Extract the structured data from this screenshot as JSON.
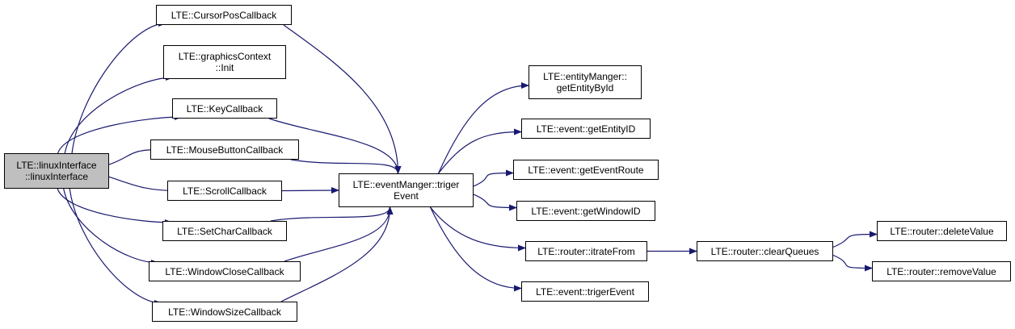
{
  "graph": {
    "edge_color": "#191970",
    "root_fill": "#bfbfbf",
    "nodes": {
      "root": {
        "lines": [
          "LTE::linuxInterface",
          "::linuxInterface"
        ],
        "root": true
      },
      "cursor": {
        "lines": [
          "LTE::CursorPosCallback"
        ]
      },
      "gfx": {
        "lines": [
          "LTE::graphicsContext",
          "::Init"
        ]
      },
      "key": {
        "lines": [
          "LTE::KeyCallback"
        ]
      },
      "mouse": {
        "lines": [
          "LTE::MouseButtonCallback"
        ]
      },
      "scroll": {
        "lines": [
          "LTE::ScrollCallback"
        ]
      },
      "setchar": {
        "lines": [
          "LTE::SetCharCallback"
        ]
      },
      "winclose": {
        "lines": [
          "LTE::WindowCloseCallback"
        ]
      },
      "winsize": {
        "lines": [
          "LTE::WindowSizeCallback"
        ]
      },
      "triger": {
        "lines": [
          "LTE::eventManger::triger",
          "Event"
        ]
      },
      "getbyid": {
        "lines": [
          "LTE::entityManger::",
          "getEntityById"
        ]
      },
      "getentid": {
        "lines": [
          "LTE::event::getEntityID"
        ]
      },
      "getroute": {
        "lines": [
          "LTE::event::getEventRoute"
        ]
      },
      "getwin": {
        "lines": [
          "LTE::event::getWindowID"
        ]
      },
      "itrate": {
        "lines": [
          "LTE::router::itrateFrom"
        ]
      },
      "trigevt": {
        "lines": [
          "LTE::event::trigerEvent"
        ]
      },
      "clearq": {
        "lines": [
          "LTE::router::clearQueues"
        ]
      },
      "delval": {
        "lines": [
          "LTE::router::deleteValue"
        ]
      },
      "remval": {
        "lines": [
          "LTE::router::removeValue"
        ]
      }
    },
    "edges": [
      [
        "root",
        "cursor"
      ],
      [
        "root",
        "gfx"
      ],
      [
        "root",
        "key"
      ],
      [
        "root",
        "mouse"
      ],
      [
        "root",
        "scroll"
      ],
      [
        "root",
        "setchar"
      ],
      [
        "root",
        "winclose"
      ],
      [
        "root",
        "winsize"
      ],
      [
        "cursor",
        "triger"
      ],
      [
        "key",
        "triger"
      ],
      [
        "mouse",
        "triger"
      ],
      [
        "scroll",
        "triger"
      ],
      [
        "setchar",
        "triger"
      ],
      [
        "winclose",
        "triger"
      ],
      [
        "winsize",
        "triger"
      ],
      [
        "triger",
        "getbyid"
      ],
      [
        "triger",
        "getentid"
      ],
      [
        "triger",
        "getroute"
      ],
      [
        "triger",
        "getwin"
      ],
      [
        "triger",
        "itrate"
      ],
      [
        "triger",
        "trigevt"
      ],
      [
        "itrate",
        "clearq"
      ],
      [
        "clearq",
        "delval"
      ],
      [
        "clearq",
        "remval"
      ]
    ]
  }
}
